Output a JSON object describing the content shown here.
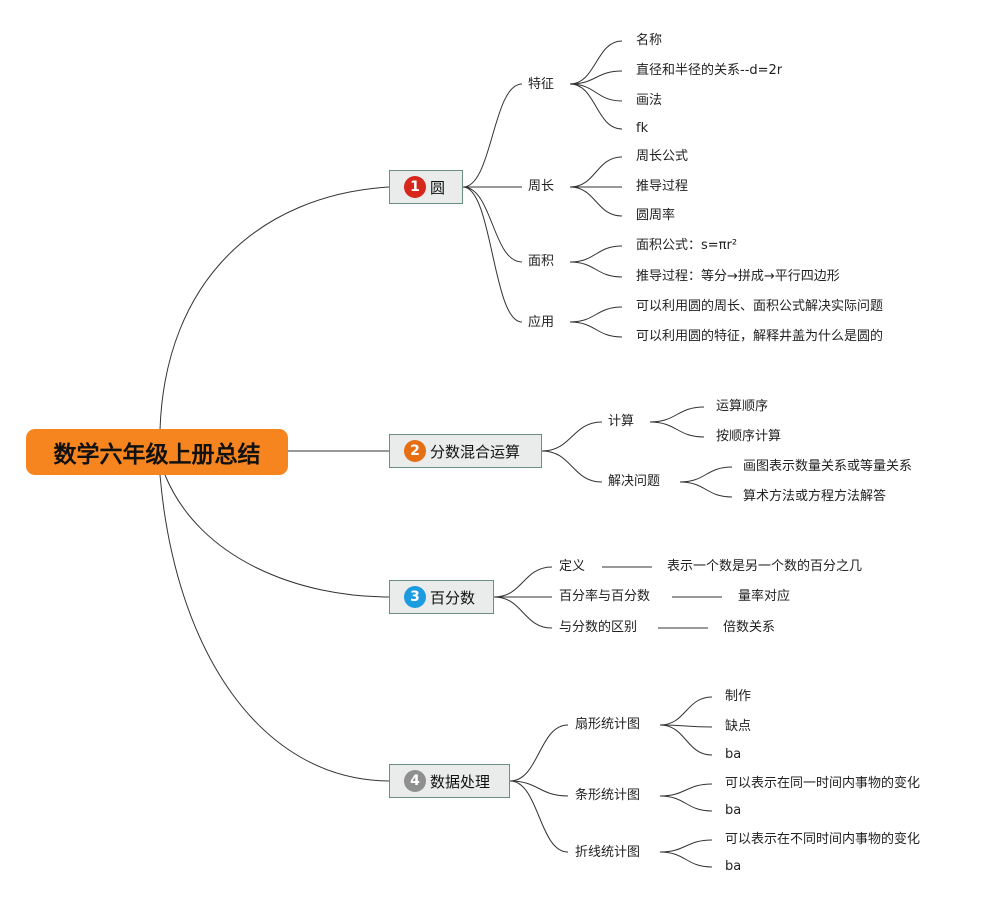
{
  "root": "数学六年级上册总结",
  "branches": [
    {
      "number": "1",
      "label": "圆",
      "color": "#d7261b",
      "subs": [
        {
          "label": "特征",
          "leaves": [
            "名称",
            "直径和半径的关系--d=2r",
            "画法",
            "fk"
          ]
        },
        {
          "label": "周长",
          "leaves": [
            "周长公式",
            "推导过程",
            "圆周率"
          ]
        },
        {
          "label": "面积",
          "leaves": [
            "面积公式：s=πr²",
            "推导过程：等分→拼成→平行四边形"
          ]
        },
        {
          "label": "应用",
          "leaves": [
            "可以利用圆的周长、面积公式解决实际问题",
            "可以利用圆的特征，解释井盖为什么是圆的"
          ]
        }
      ]
    },
    {
      "number": "2",
      "label": "分数混合运算",
      "color": "#e66e14",
      "subs": [
        {
          "label": "计算",
          "leaves": [
            "运算顺序",
            "按顺序计算"
          ]
        },
        {
          "label": "解决问题",
          "leaves": [
            "画图表示数量关系或等量关系",
            "算术方法或方程方法解答"
          ]
        }
      ]
    },
    {
      "number": "3",
      "label": "百分数",
      "color": "#1d9be0",
      "subs": [
        {
          "label": "定义",
          "leaves": [
            "表示一个数是另一个数的百分之几"
          ]
        },
        {
          "label": "百分率与百分数",
          "leaves": [
            "量率对应"
          ]
        },
        {
          "label": "与分数的区别",
          "leaves": [
            "倍数关系"
          ]
        }
      ]
    },
    {
      "number": "4",
      "label": "数据处理",
      "color": "#8f8f8f",
      "subs": [
        {
          "label": "扇形统计图",
          "leaves": [
            "制作",
            "缺点",
            "ba"
          ]
        },
        {
          "label": "条形统计图",
          "leaves": [
            "可以表示在同一时间内事物的变化",
            "ba"
          ]
        },
        {
          "label": "折线统计图",
          "leaves": [
            "可以表示在不同时间内事物的变化",
            "ba"
          ]
        }
      ]
    }
  ]
}
